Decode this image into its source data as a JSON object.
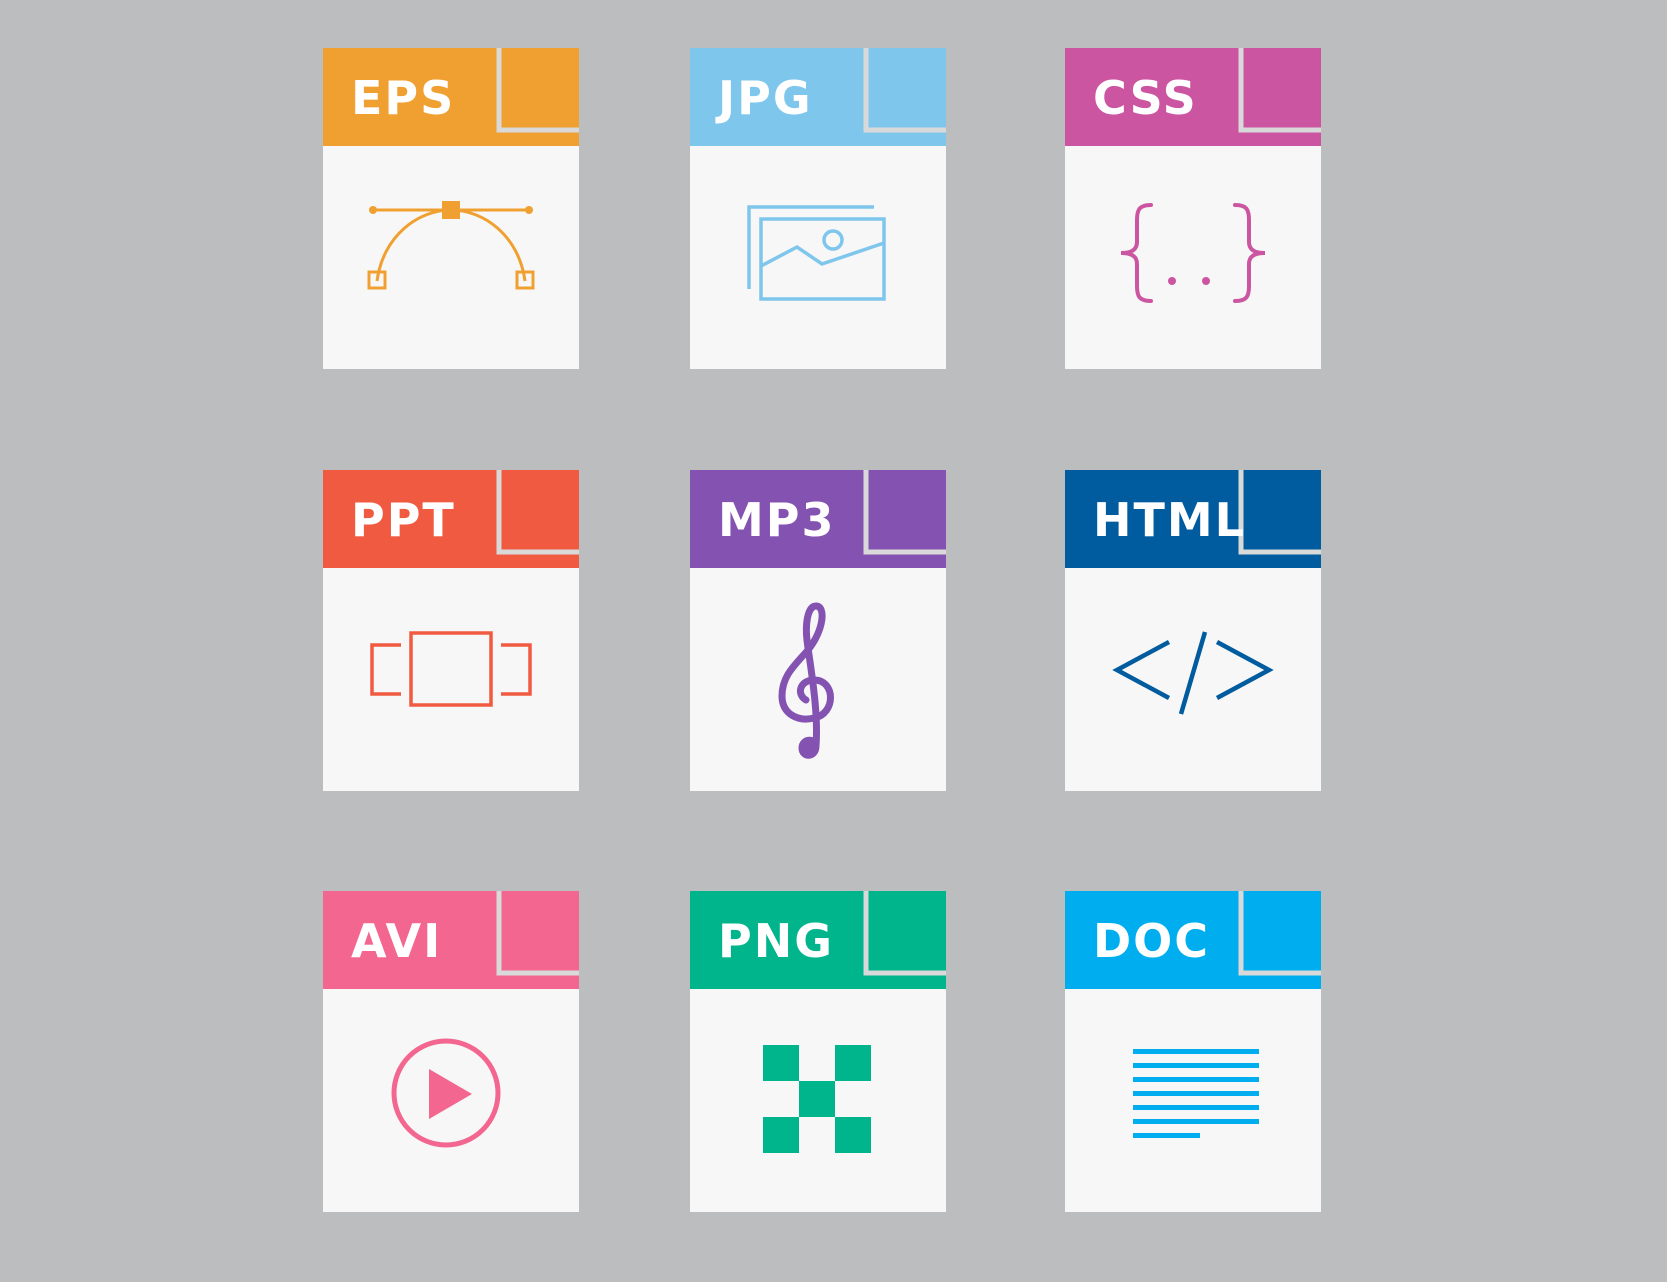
{
  "files": [
    {
      "label": "EPS",
      "color": "#f0a030",
      "icon": "bezier-curve-icon"
    },
    {
      "label": "JPG",
      "color": "#7ec6ec",
      "icon": "image-icon"
    },
    {
      "label": "CSS",
      "color": "#cc55a2",
      "icon": "curly-braces-icon"
    },
    {
      "label": "PPT",
      "color": "#f05a40",
      "icon": "slide-icon"
    },
    {
      "label": "MP3",
      "color": "#8453b1",
      "icon": "treble-clef-icon"
    },
    {
      "label": "HTML",
      "color": "#005c9e",
      "icon": "code-tag-icon"
    },
    {
      "label": "AVI",
      "color": "#f2668f",
      "icon": "play-icon"
    },
    {
      "label": "PNG",
      "color": "#00b48c",
      "icon": "checkerboard-icon"
    },
    {
      "label": "DOC",
      "color": "#00aeef",
      "icon": "text-lines-icon"
    }
  ]
}
